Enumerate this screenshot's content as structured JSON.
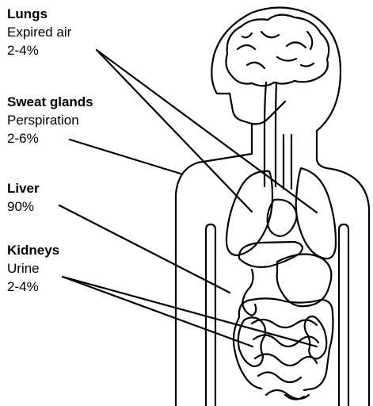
{
  "labels": {
    "lungs": {
      "title": "Lungs",
      "line1": "Expired air",
      "line2": "2-4%"
    },
    "sweat": {
      "title": "Sweat glands",
      "line1": "Perspiration",
      "line2": "2-6%"
    },
    "liver": {
      "title": "Liver",
      "line1": "90%"
    },
    "kidneys": {
      "title": "Kidneys",
      "line1": "Urine",
      "line2": "2-4%"
    }
  },
  "colors": {
    "stroke": "#000000",
    "background": "#ffffff",
    "text": "#000000"
  }
}
